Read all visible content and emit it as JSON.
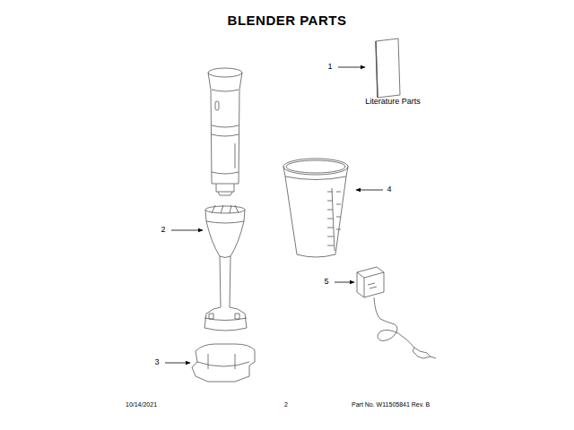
{
  "diagram": {
    "title": "BLENDER PARTS",
    "labels": [
      "1",
      "Literature Parts",
      "2",
      "3",
      "4",
      "5",
      "10/14/2021",
      "2",
      "Part No. W11505841 Rev. B"
    ]
  }
}
